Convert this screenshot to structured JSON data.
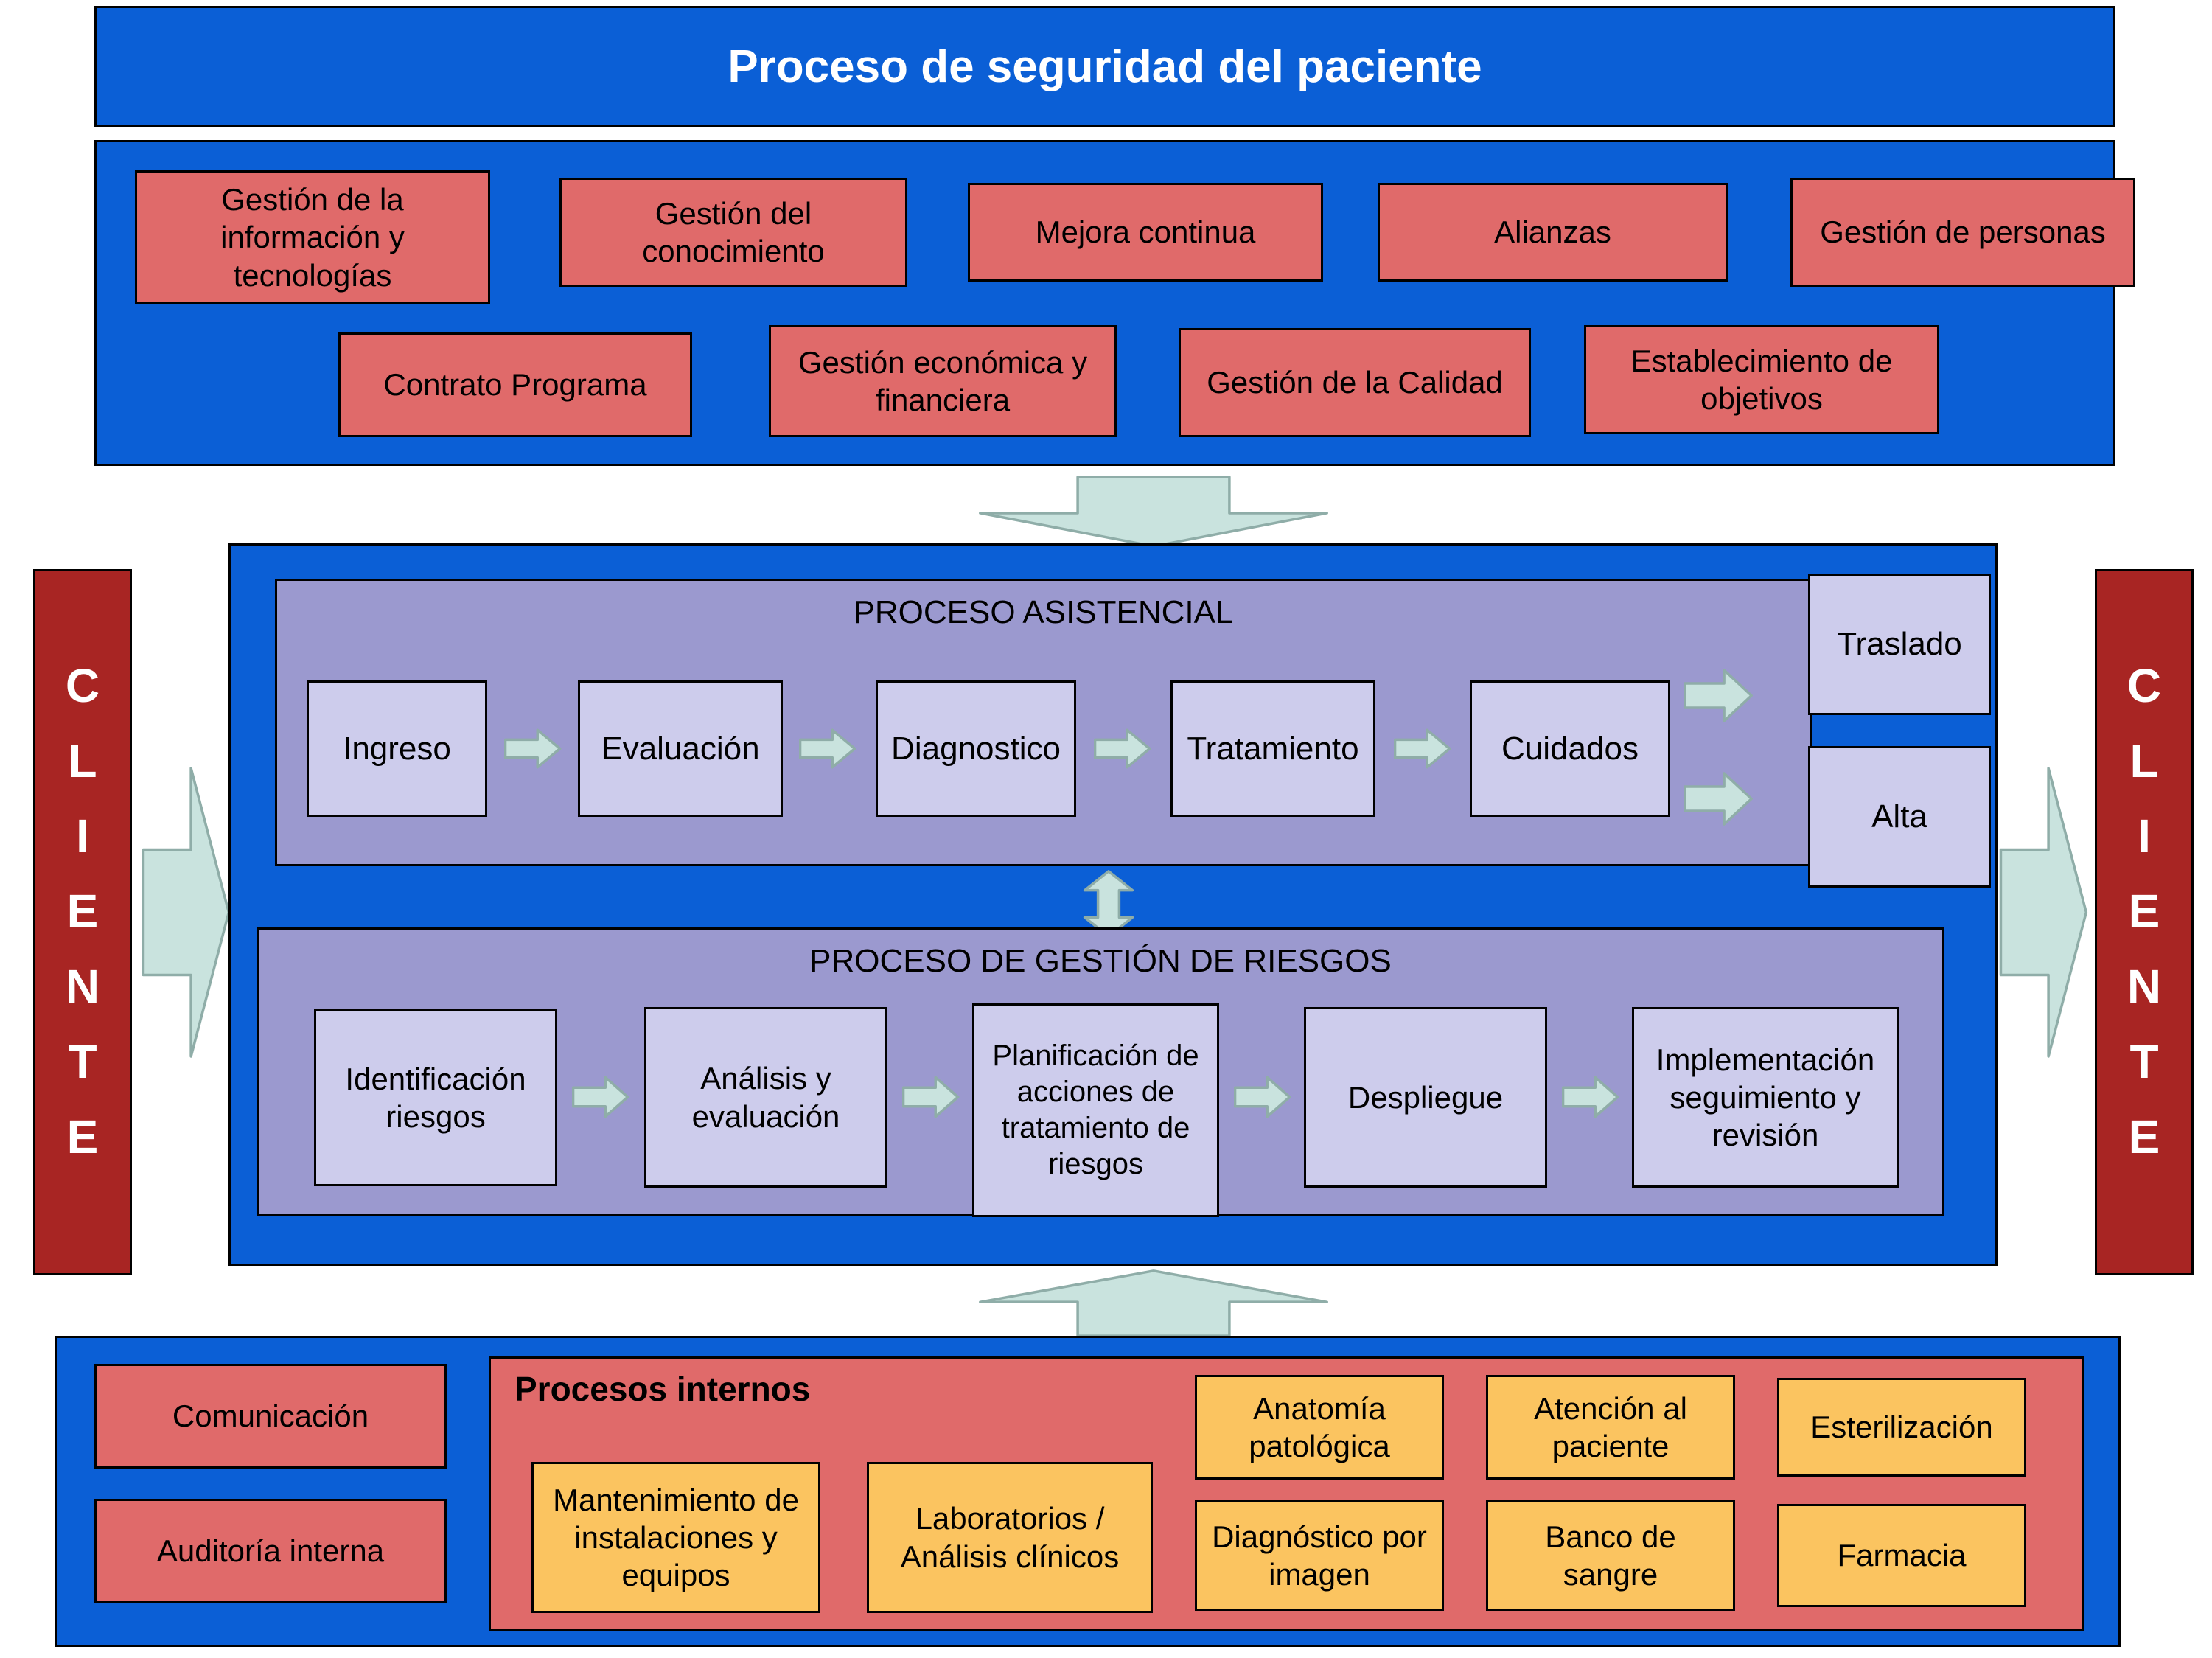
{
  "header": {
    "title": "Proceso de seguridad del paciente"
  },
  "strategic": {
    "row1": [
      "Gestión de la información y tecnologías",
      "Gestión del conocimiento",
      "Mejora continua",
      "Alianzas",
      "Gestión de personas"
    ],
    "row2": [
      "Contrato Programa",
      "Gestión económica y financiera",
      "Gestión de la Calidad",
      "Establecimiento de objetivos"
    ]
  },
  "clients": {
    "left": "CLIENTE",
    "right": "CLIENTE"
  },
  "care": {
    "title": "PROCESO ASISTENCIAL",
    "steps": [
      "Ingreso",
      "Evaluación",
      "Diagnostico",
      "Tratamiento",
      "Cuidados"
    ],
    "outcomes": [
      "Traslado",
      "Alta"
    ]
  },
  "risk": {
    "title": "PROCESO DE GESTIÓN DE RIESGOS",
    "steps": [
      "Identificación riesgos",
      "Análisis y evaluación",
      "Planificación de acciones de tratamiento de riesgos",
      "Despliegue",
      "Implementación seguimiento y revisión"
    ]
  },
  "support": {
    "left": [
      "Comunicación",
      "Auditoría interna"
    ],
    "internal": {
      "title": "Procesos internos",
      "tall": [
        "Mantenimiento de instalaciones y equipos",
        "Laboratorios / Análisis clínicos"
      ],
      "row1": [
        "Anatomía patológica",
        "Atención al paciente",
        "Esterilización"
      ],
      "row2": [
        "Diagnóstico por imagen",
        "Banco de sangre",
        "Farmacia"
      ]
    }
  },
  "colors": {
    "blue": "#0b5fd6",
    "salmon": "#e06a6a",
    "dark_red": "#a82523",
    "purple": "#9b99cf",
    "light_purple": "#cdccec",
    "orange": "#fbc460",
    "arrow_fill": "#c9e3de",
    "arrow_stroke": "#8fada8"
  }
}
